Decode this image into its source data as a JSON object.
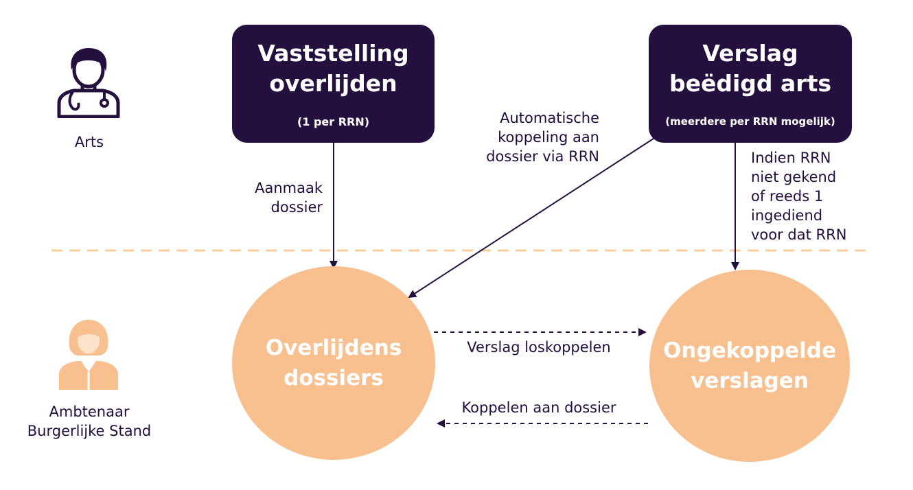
{
  "roles": {
    "arts": {
      "label": "Arts",
      "icon": "doctor-icon"
    },
    "ambtenaar": {
      "label_line1": "Ambtenaar",
      "label_line2": "Burgerlijke Stand",
      "icon": "civil-servant-icon"
    }
  },
  "boxes": {
    "vaststelling": {
      "title_line1": "Vaststelling",
      "title_line2": "overlijden",
      "subtitle": "(1 per RRN)"
    },
    "verslag": {
      "title_line1": "Verslag",
      "title_line2": "beëdigd arts",
      "subtitle": "(meerdere per RRN mogelijk)"
    }
  },
  "circles": {
    "dossiers": {
      "line1": "Overlijdens",
      "line2": "dossiers"
    },
    "ongekoppeld": {
      "line1": "Ongekoppelde",
      "line2": "verslagen"
    }
  },
  "edges": {
    "aanmaak": {
      "line1": "Aanmaak",
      "line2": "dossier"
    },
    "automatisch": {
      "line1": "Automatische",
      "line2": "koppeling aan",
      "line3": "dossier via RRN"
    },
    "indien": {
      "line1": "Indien RRN",
      "line2": "niet gekend",
      "line3": "of reeds 1",
      "line4": "ingediend",
      "line5": "voor dat RRN"
    },
    "loskoppelen": "Verslag loskoppelen",
    "koppelen": "Koppelen aan dossier"
  },
  "colors": {
    "dark": "#23103f",
    "peach": "#f8bf8f",
    "divider": "#f8cf9a",
    "text": "#230d3f"
  }
}
